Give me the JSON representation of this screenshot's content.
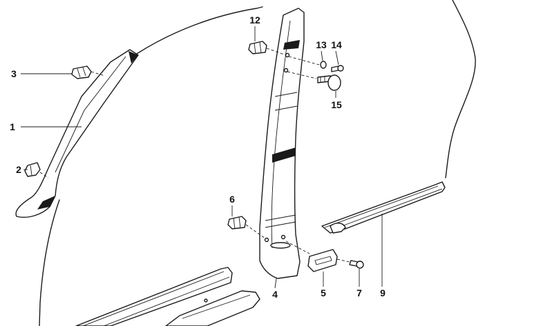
{
  "callouts": {
    "p1": "1",
    "p2": "2",
    "p3": "3",
    "p4": "4",
    "p5": "5",
    "p6": "6",
    "p7": "7",
    "p9": "9",
    "p12": "12",
    "p13": "13",
    "p14": "14",
    "p15": "15"
  }
}
